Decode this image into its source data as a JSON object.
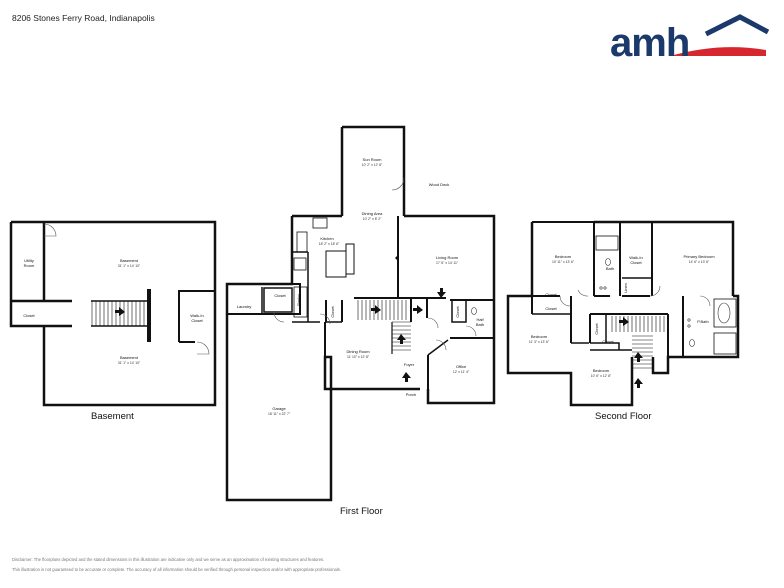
{
  "header": {
    "address": "8206 Stones Ferry Road, Indianapolis"
  },
  "logo": {
    "text": "amh",
    "color": "#1b3a6b",
    "accent": "#d62630"
  },
  "floors": {
    "basement": "Basement",
    "first": "First Floor",
    "second": "Second Floor"
  },
  "rooms": {
    "utility": {
      "name": "Utility Room",
      "name1": "Utility",
      "name2": "Room"
    },
    "basement_top": {
      "name": "Basement",
      "dims": "31' 1\" x 14' 10\""
    },
    "basement_bottom": {
      "name": "Basement",
      "dims": "31' 1\" x 14' 10\""
    },
    "basement_closet": {
      "name": "Closet"
    },
    "basement_walkin": {
      "name1": "Walk-In",
      "name2": "Closet"
    },
    "sun_room": {
      "name": "Sun Room",
      "dims": "10' 2\" x 12' 8\""
    },
    "wood_deck": {
      "name": "Wood Deck"
    },
    "dining_area": {
      "name": "Dining Area",
      "dims": "10' 2\" x 8' 2\""
    },
    "kitchen": {
      "name": "Kitchen",
      "dims": "18' 2\" x 18' 6\""
    },
    "living_room": {
      "name": "Living Room",
      "dims": "17' 6\" x 14' 11\""
    },
    "laundry": {
      "name": "Laundry"
    },
    "first_closet_a": {
      "name": "Closet"
    },
    "pantry": {
      "name": "Pantry"
    },
    "first_closet_b": {
      "name": "Closet"
    },
    "first_closet_c": {
      "name": "Closet"
    },
    "half_bath": {
      "name1": "Half",
      "name2": "Bath"
    },
    "dining_room": {
      "name": "Dining Room",
      "dims": "11' 10\" x 12' 8\""
    },
    "foyer": {
      "name": "Foyer"
    },
    "office": {
      "name": "Office",
      "dims": "12' x 11' 4\""
    },
    "porch": {
      "name": "Porch"
    },
    "garage": {
      "name": "Garage",
      "dims": "18' 11\" x 22' 7\""
    },
    "bedroom_nw": {
      "name": "Bedroom",
      "dims": "10' 11\" x 13' 6\""
    },
    "bath": {
      "name": "Bath"
    },
    "walkin_second": {
      "name1": "Walk-In",
      "name2": "Closet"
    },
    "primary_bedroom": {
      "name": "Primary Bedroom",
      "dims": "14' 6\" x 13' 6\""
    },
    "linen": {
      "name": "Linen"
    },
    "closet_s1": {
      "name": "Closet"
    },
    "closet_s2": {
      "name": "Closet"
    },
    "closet_s3": {
      "name": "Closet"
    },
    "closet_s4": {
      "name": "Closet"
    },
    "p_bath": {
      "name": "P.Bath"
    },
    "bedroom_sw": {
      "name": "Bedroom",
      "dims": "11' 3\" x 13' 6\""
    },
    "bedroom_s": {
      "name": "Bedroom",
      "dims": "10' 6\" x 12' 8\""
    }
  },
  "disclaimer": {
    "line1": "Disclaimer: The floorplans depicted and the stated dimensions in this illustration are indicative only and we serve as an approximation of existing structures and features.",
    "line2": "This illustration is not guaranteed to be accurate or complete. The accuracy of all information should be verified through personal inspection and/or with appropriate professionals."
  }
}
